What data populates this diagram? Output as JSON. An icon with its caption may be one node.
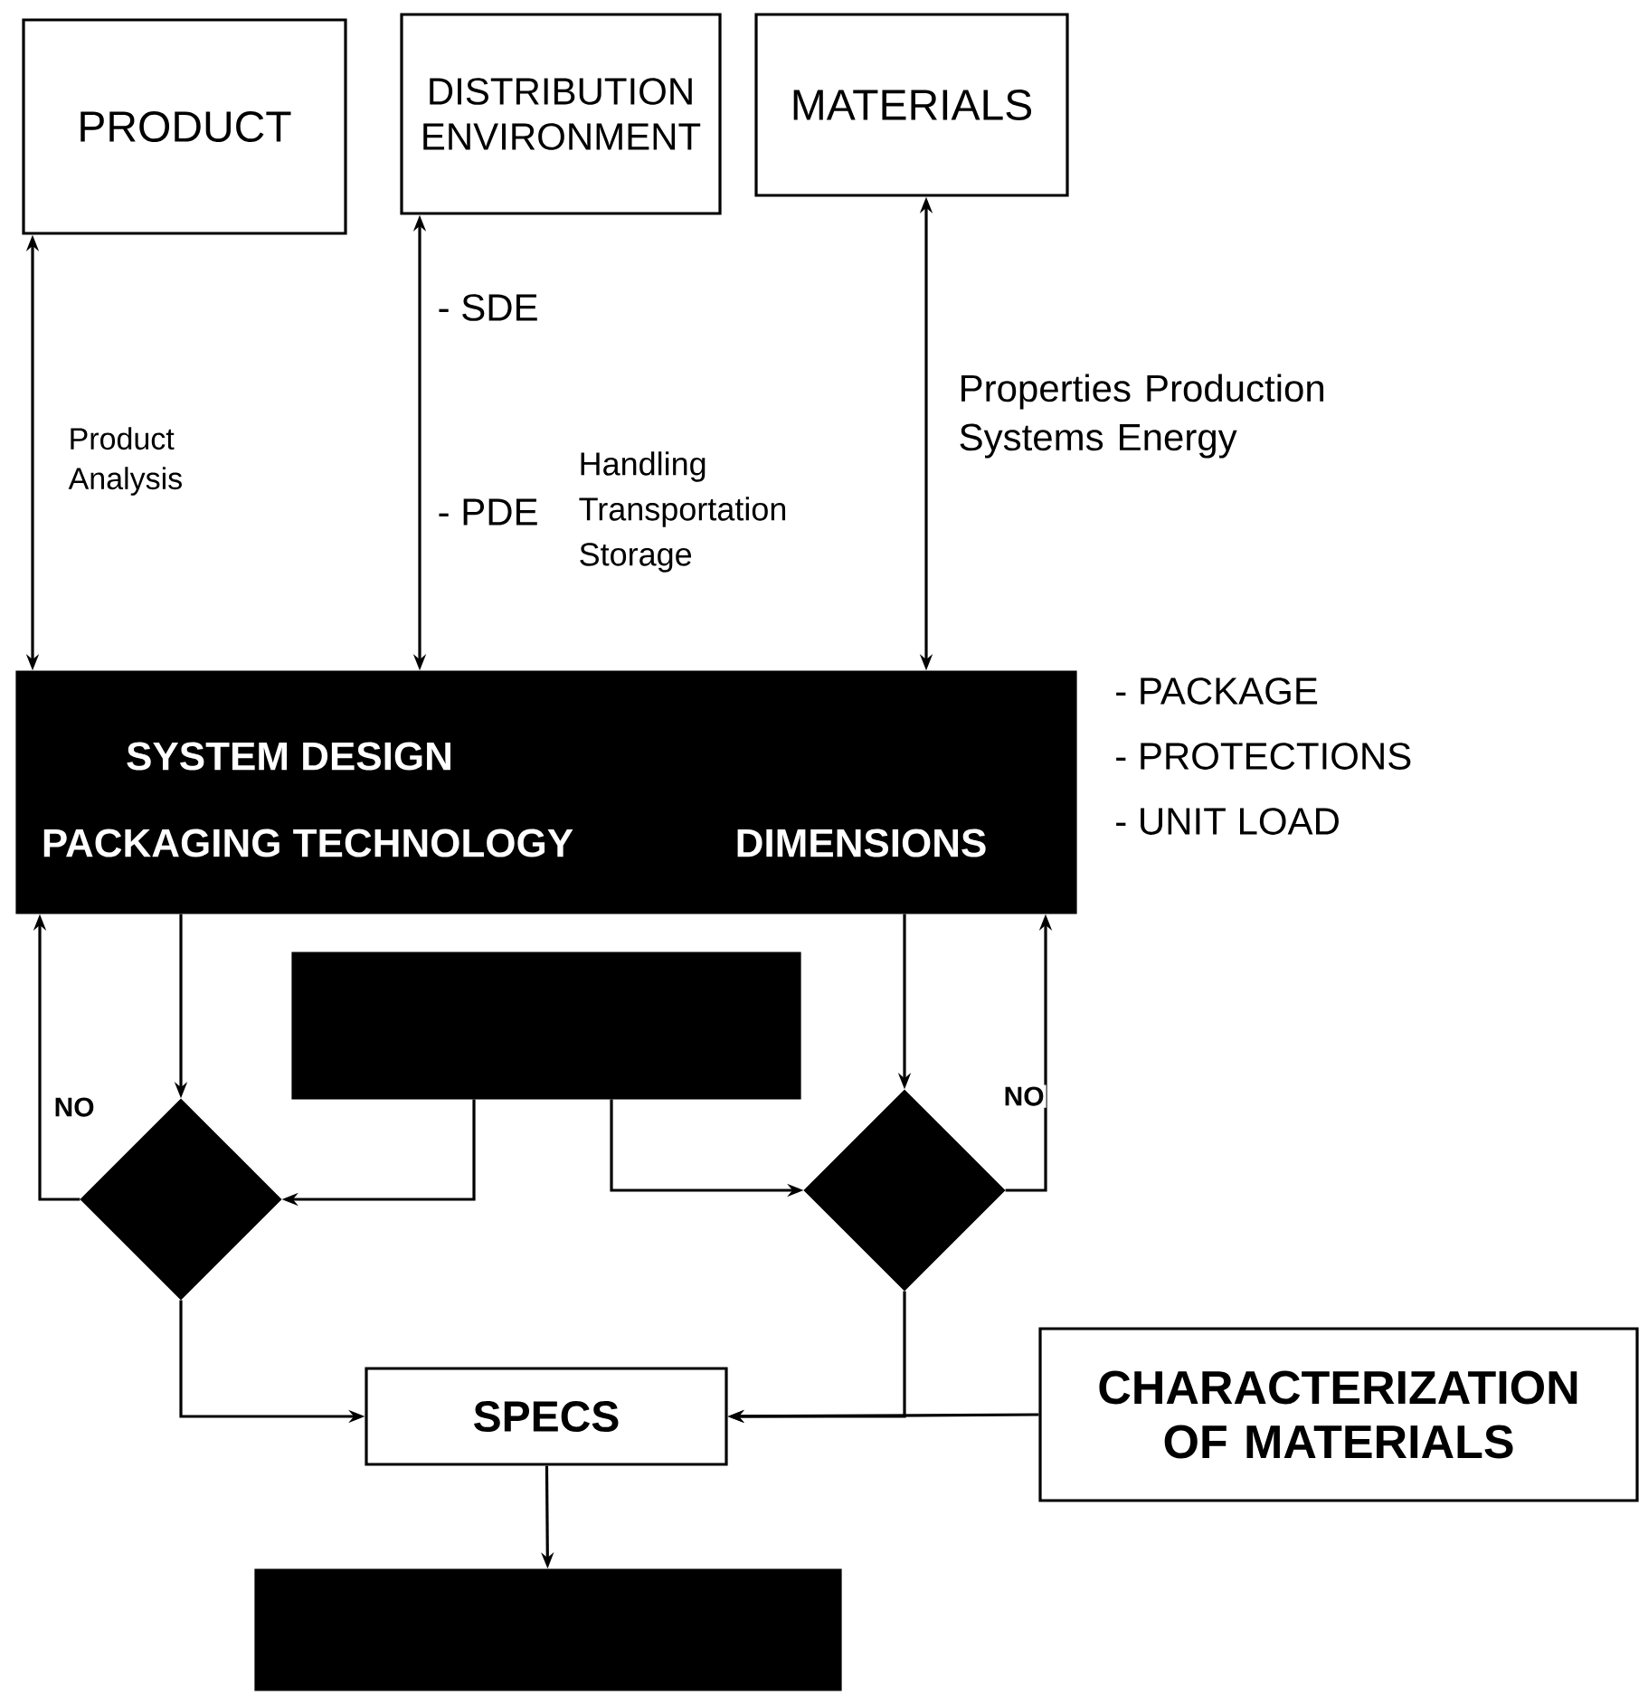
{
  "diagram": {
    "nodes": [
      {
        "text": [
          "PRODUCT"
        ]
      },
      {
        "text": [
          "DISTRIBUTION ENVIRONMENT"
        ]
      },
      {
        "text": [
          "MATERIALS"
        ]
      },
      {
        "text": [
          "SYSTEM DESIGN",
          "PACKAGING TECHNOLOGY",
          "DIMENSIONS"
        ],
        "beside": [
          "- PACKAGE",
          "- PROTECTIONS",
          "- UNIT LOAD"
        ]
      },
      {
        "text": [],
        "shape": "box"
      },
      {
        "text": [],
        "shape": "diamond"
      },
      {
        "text": [],
        "shape": "diamond"
      },
      {
        "text": [
          "SPECS"
        ]
      },
      {
        "text": [
          "CHARACTERIZATION OF MATERIALS"
        ]
      },
      {
        "text": [],
        "shape": "box"
      }
    ],
    "edges": [
      {
        "from": 0,
        "to": 3,
        "arrow": "both",
        "label": "Product Analysis"
      },
      {
        "from": 1,
        "to": 3,
        "arrow": "both"
      },
      {
        "from": 2,
        "to": 3,
        "arrow": "both",
        "label": "Properties Production Systems Energy"
      },
      {
        "from": 3,
        "to": 5,
        "arrow": "to"
      },
      {
        "from": 5,
        "to": 3,
        "arrow": "to",
        "label": "NO"
      },
      {
        "from": 3,
        "to": 6,
        "arrow": "to"
      },
      {
        "from": 6,
        "to": 3,
        "arrow": "to",
        "label": "NO"
      },
      {
        "from": 4,
        "to": 5,
        "arrow": "to"
      },
      {
        "from": 4,
        "to": 6,
        "arrow": "to"
      },
      {
        "from": 5,
        "to": 7,
        "arrow": "to"
      },
      {
        "from": 6,
        "to": 7,
        "arrow": "to"
      },
      {
        "from": 8,
        "to": 7,
        "arrow": "to"
      },
      {
        "from": 7,
        "to": 9,
        "arrow": "to"
      }
    ],
    "labels": [
      "- SDE",
      "- PDE",
      "Handling Transportation Storage"
    ]
  }
}
